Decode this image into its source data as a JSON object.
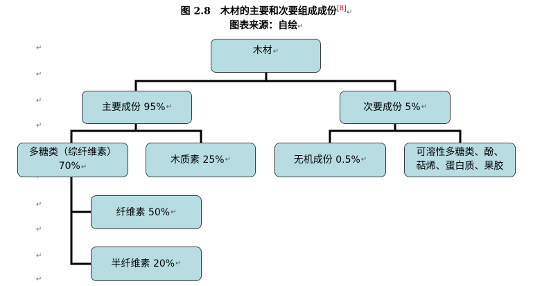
{
  "caption": {
    "title": "图 2.8　木材的主要和次要组成成份",
    "ref": "[8]",
    "source": "图表来源：自绘"
  },
  "paragraph_mark": "↵",
  "nodes": {
    "root": "木材",
    "main": "主要成份 95%",
    "minor": "次要成份 5%",
    "polysaccharide_line1": "多糖类（综纤维素）",
    "polysaccharide_line2": "70%",
    "lignin": "木质素 25%",
    "inorganic": "无机成份 0.5%",
    "soluble_line1": "可溶性多糖类、酚、",
    "soluble_line2": "萜烯、蛋白质、果胶",
    "cellulose": "纤维素 50%",
    "hemicellulose": "半纤维素 20%"
  }
}
